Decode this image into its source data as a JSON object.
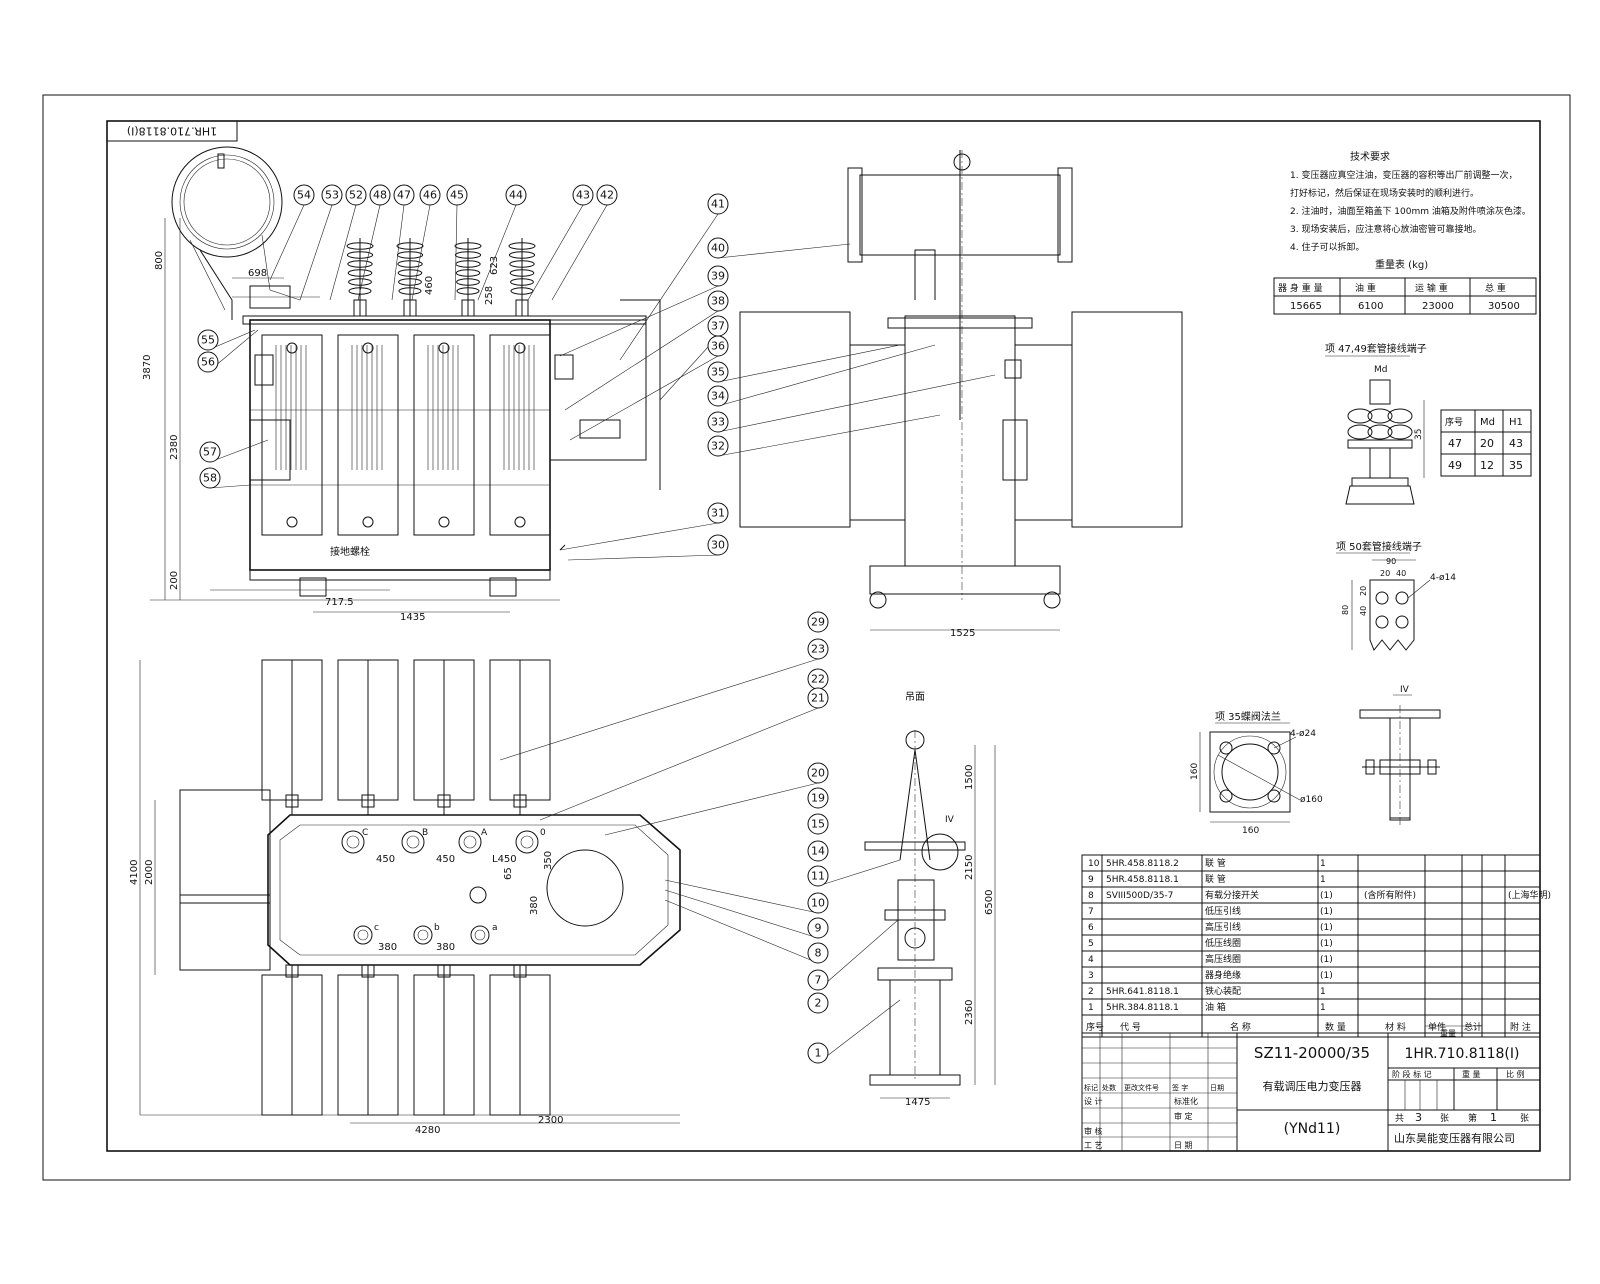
{
  "drawing": {
    "code_rotated": "1HR.710.8118(I)",
    "model": "SZ11-20000/35",
    "name": "有载调压电力变压器",
    "connection": "(YNd11)",
    "code": "1HR.710.8118(I)",
    "company": "山东昊能变压器有限公司",
    "sheets_label": "共",
    "sheets_total": "3",
    "sheet_label": "第",
    "sheet_index": "1",
    "sheet_unit": "张"
  },
  "tech_requirements": {
    "title": "技术要求",
    "lines": [
      "1. 变压器应真空注油，变压器的容积等出厂前调整一次，",
      "   打好标记，然后保证在现场安装时的顺利进行。",
      "2. 注油时，油面至箱盖下        100mm  油箱及附件喷涂灰色漆。",
      "3. 现场安装后，应注意将心放油密管可靠接地。",
      "4. 住子可以拆卸。"
    ]
  },
  "weights": {
    "title": "重量表  (kg)",
    "headers": [
      "器 身 重 量",
      "油   重",
      "运 输 重",
      "总   重"
    ],
    "values": [
      "15665",
      "6100",
      "23000",
      "30500"
    ]
  },
  "terminal_47_49": {
    "title": "项 47,49套管接线端子",
    "dim_md": "Md",
    "dim_35": "35",
    "headers": [
      "序号",
      "Md",
      "H1"
    ],
    "rows": [
      [
        "47",
        "20",
        "43"
      ],
      [
        "49",
        "12",
        "35"
      ]
    ]
  },
  "terminal_50": {
    "title": "项 50套管接线端子",
    "dims": [
      "90",
      "20",
      "40",
      "20",
      "40",
      "80"
    ],
    "holes": "4-ø14"
  },
  "valve_35": {
    "title": "项 35蝶阀法兰",
    "holes": "4-ø24",
    "bore": "ø160",
    "w": "160",
    "h": "160"
  },
  "detail_iv": {
    "label": "IV"
  },
  "front_view": {
    "dims": [
      "698",
      "800",
      "3870",
      "2380",
      "200",
      "717.5",
      "1435",
      "623",
      "258",
      "460"
    ],
    "ground_label": "接地螺栓",
    "callouts": [
      "54",
      "53",
      "52",
      "48",
      "47",
      "46",
      "45",
      "44",
      "43",
      "42",
      "41",
      "55",
      "56",
      "57",
      "58",
      "31",
      "30"
    ]
  },
  "side_view": {
    "dims": [
      "1525"
    ],
    "callouts": [
      "40",
      "39",
      "38",
      "37",
      "36",
      "35",
      "34",
      "33",
      "32"
    ]
  },
  "plan_view": {
    "dims": [
      "4100",
      "2000",
      "450",
      "450",
      "L450",
      "350",
      "65",
      "380",
      "380",
      "380",
      "4280",
      "2300"
    ],
    "phase_high": [
      "C",
      "B",
      "A",
      "0"
    ],
    "phase_low": [
      "c",
      "b",
      "a"
    ],
    "callouts": [
      "29",
      "23",
      "22",
      "21",
      "20",
      "19",
      "15",
      "14",
      "11",
      "10",
      "9",
      "8",
      "7",
      "2",
      "1"
    ]
  },
  "lift_view": {
    "title": "吊面",
    "detail_mark": "IV",
    "dims": [
      "1500",
      "2150",
      "6500",
      "2360",
      "1475"
    ]
  },
  "bom": {
    "rows": [
      [
        "10",
        "5HR.458.8118.2",
        "联   管",
        "1",
        "",
        "",
        "",
        "",
        ""
      ],
      [
        "9",
        "5HR.458.8118.1",
        "联   管",
        "1",
        "",
        "",
        "",
        "",
        ""
      ],
      [
        "8",
        "SVIII500D/35-7",
        "有载分接开关",
        "(1)",
        "(含所有附件)",
        "",
        "",
        "",
        "(上海华明)"
      ],
      [
        "7",
        "",
        "低压引线",
        "(1)",
        "",
        "",
        "",
        "",
        ""
      ],
      [
        "6",
        "",
        "高压引线",
        "(1)",
        "",
        "",
        "",
        "",
        ""
      ],
      [
        "5",
        "",
        "低压线圈",
        "(1)",
        "",
        "",
        "",
        "",
        ""
      ],
      [
        "4",
        "",
        "高压线圈",
        "(1)",
        "",
        "",
        "",
        "",
        ""
      ],
      [
        "3",
        "",
        "器身绝缘",
        "(1)",
        "",
        "",
        "",
        "",
        ""
      ],
      [
        "2",
        "5HR.641.8118.1",
        "铁心装配",
        "1",
        "",
        "",
        "",
        "",
        ""
      ],
      [
        "1",
        "5HR.384.8118.1",
        "油   箱",
        "1",
        "",
        "",
        "",
        "",
        ""
      ]
    ],
    "header": [
      "序号",
      "代      号",
      "名      称",
      "数 量",
      "材      料",
      "单件",
      "总计",
      "附 注"
    ],
    "header_weight": "重量"
  },
  "title_block": {
    "rev_headers": [
      "标记",
      "处数",
      "更改文件号",
      "签 字",
      "日期"
    ],
    "roles": [
      "设 计",
      "审 核",
      "工 艺"
    ],
    "roles_right": [
      "标准化",
      "审 定",
      "日 期"
    ],
    "stage_headers": [
      "阶 段 标 记",
      "重 量",
      "比 例"
    ]
  }
}
